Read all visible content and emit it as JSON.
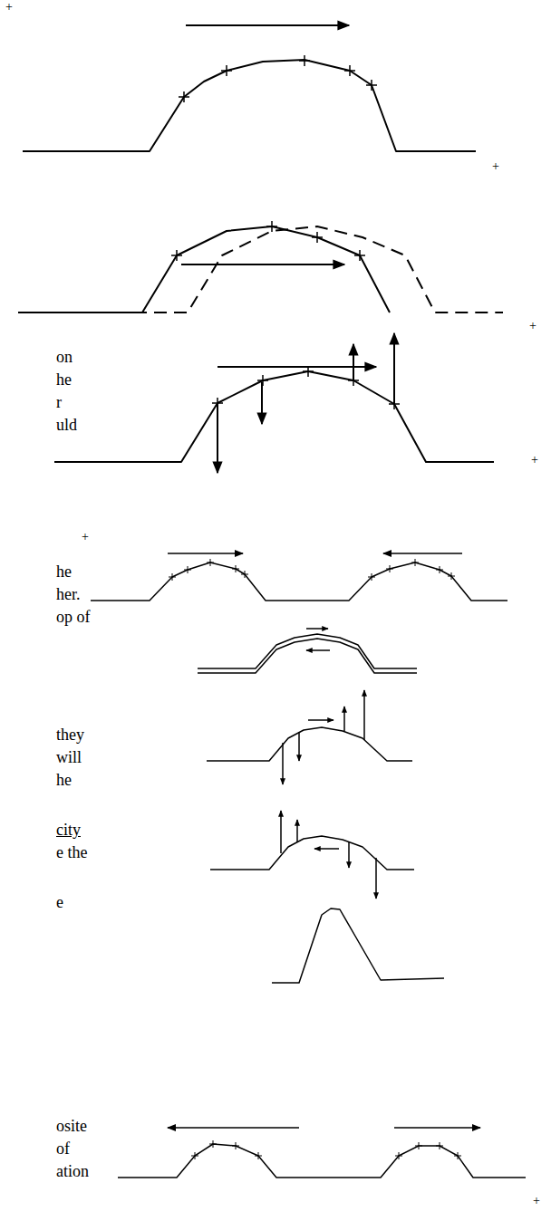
{
  "diagram": {
    "labels": [
      "+",
      "+",
      "+",
      "on",
      "he",
      "r",
      "uld",
      "+",
      "+",
      "he",
      "her.",
      "op of",
      "they",
      "will",
      "he",
      "city",
      "e the",
      "e",
      "osite",
      "of",
      "ation",
      "+"
    ]
  }
}
